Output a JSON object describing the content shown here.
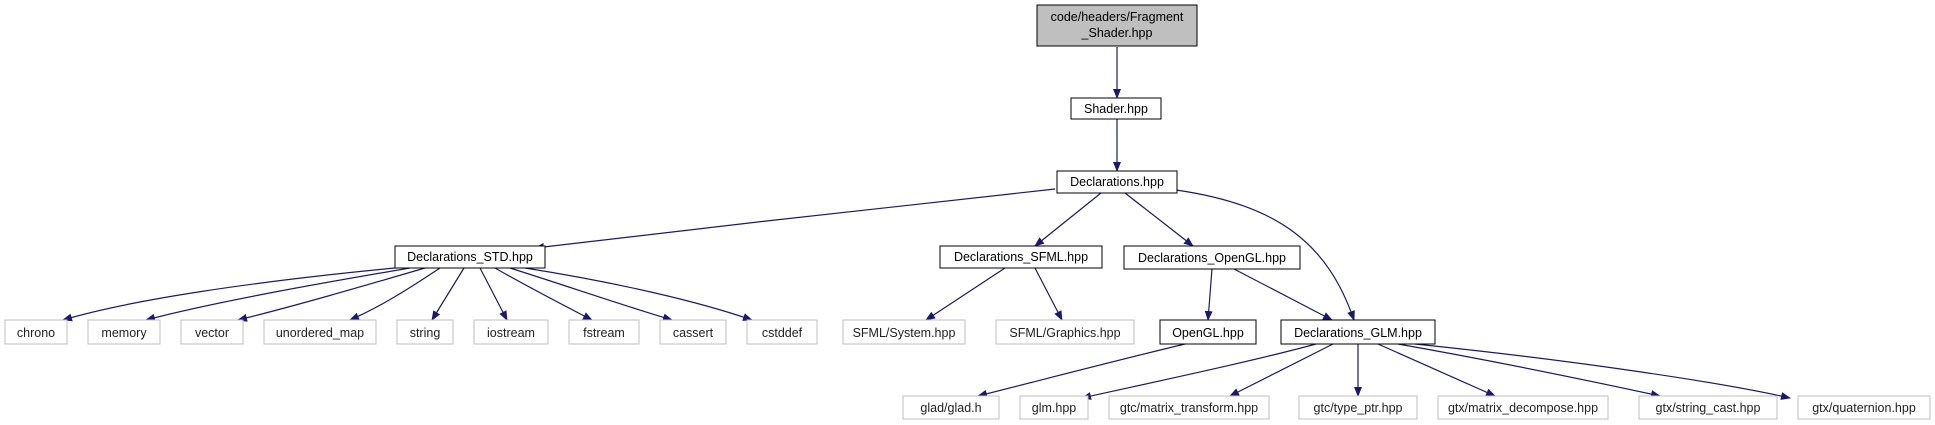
{
  "colors": {
    "edge": "#191970",
    "root_fill": "#bfbfbf",
    "node_border": "#000000",
    "external_border": "#bfbfbf"
  },
  "nodes": {
    "fragment_shader": {
      "line1": "code/headers/Fragment",
      "line2": "_Shader.hpp"
    },
    "shader": "Shader.hpp",
    "declarations": "Declarations.hpp",
    "declarations_std": "Declarations_STD.hpp",
    "declarations_sfml": "Declarations_SFML.hpp",
    "declarations_opengl": "Declarations_OpenGL.hpp",
    "chrono": "chrono",
    "memory": "memory",
    "vector": "vector",
    "unordered_map": "unordered_map",
    "string": "string",
    "iostream": "iostream",
    "fstream": "fstream",
    "cassert": "cassert",
    "cstddef": "cstddef",
    "sfml_system": "SFML/System.hpp",
    "sfml_graphics": "SFML/Graphics.hpp",
    "opengl": "OpenGL.hpp",
    "declarations_glm": "Declarations_GLM.hpp",
    "glad": "glad/glad.h",
    "glm": "glm.hpp",
    "gtc_matrix_transform": "gtc/matrix_transform.hpp",
    "gtc_type_ptr": "gtc/type_ptr.hpp",
    "gtx_matrix_decompose": "gtx/matrix_decompose.hpp",
    "gtx_string_cast": "gtx/string_cast.hpp",
    "gtx_quaternion": "gtx/quaternion.hpp"
  }
}
